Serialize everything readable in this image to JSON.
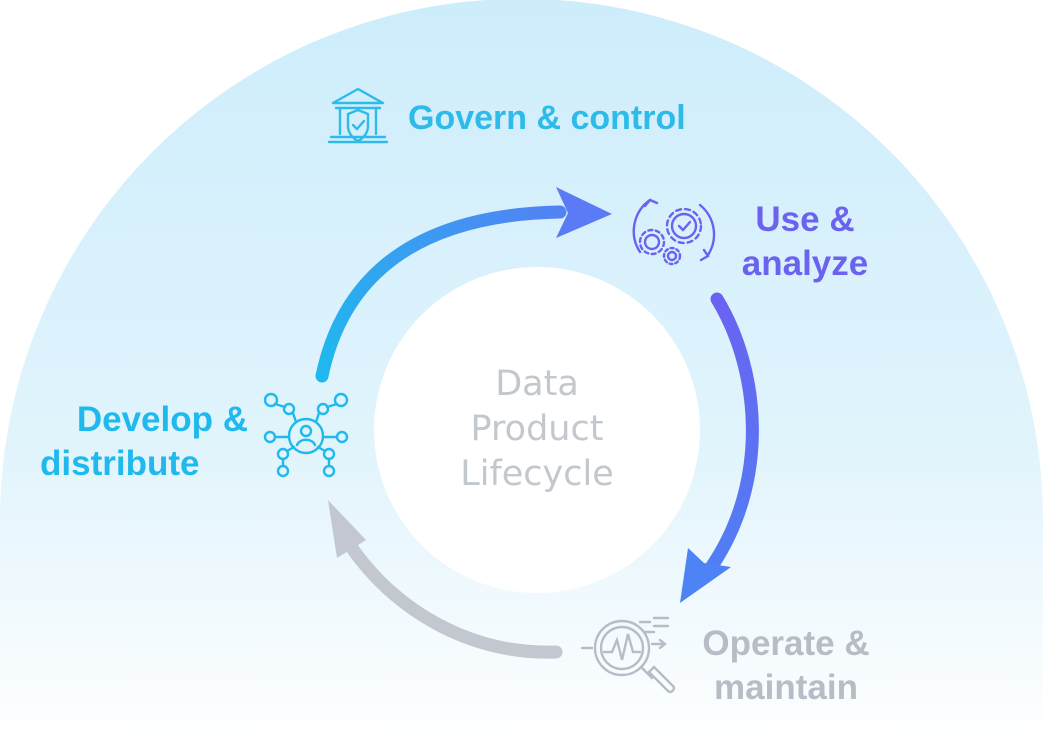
{
  "center": {
    "line1": "Data",
    "line2": "Product",
    "line3": "Lifecycle"
  },
  "stages": {
    "govern": {
      "line1": "Govern & control",
      "icon": "bank-shield-icon",
      "color": "#2ebbea"
    },
    "use": {
      "line1": "Use &",
      "line2": "analyze",
      "icon": "gears-icon",
      "color": "#6b63f0"
    },
    "develop": {
      "line1": "Develop &",
      "line2": "distribute",
      "icon": "network-user-icon",
      "color": "#1fb9ee"
    },
    "operate": {
      "line1": "Operate &",
      "line2": "maintain",
      "icon": "magnifier-chart-icon",
      "color": "#b7bcc6"
    }
  },
  "colors": {
    "background_top": "#cfeefb",
    "background_bottom": "#ffffff",
    "arrow_gray": "#c3c7d0"
  }
}
